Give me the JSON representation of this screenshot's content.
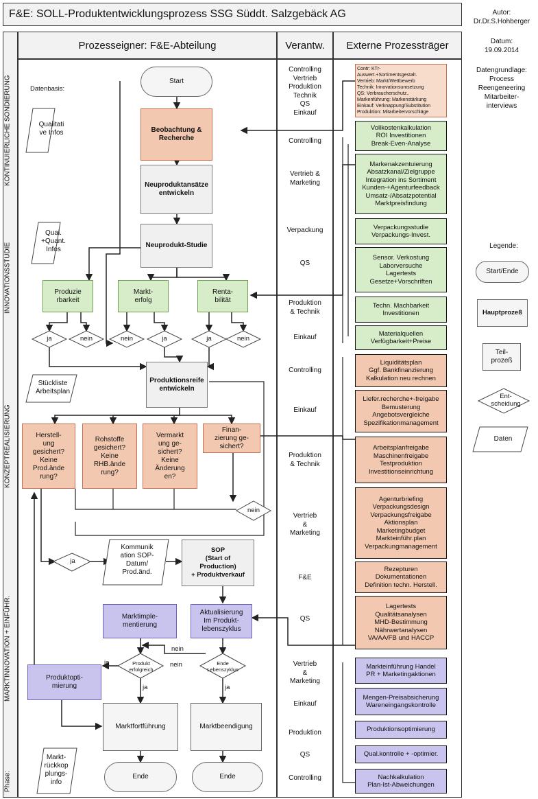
{
  "header": {
    "title": "F&E: SOLL-Produktentwicklungsprozess SSG Süddt. Salzgebäck AG"
  },
  "columns": {
    "owner": "Prozesseigner: F&E-Abteilung",
    "resp": "Verantw.",
    "external": "Externe Prozessträger"
  },
  "meta": {
    "author_label": "Autor:",
    "author": "Dr.Dr.S.Hohberger",
    "date_label": "Datum:",
    "date": "19.09.2014",
    "basis_label": "Datengrundlage:",
    "basis_l1": "Process",
    "basis_l2": "Reengeneering",
    "basis_l3": "Mitarbeiter-",
    "basis_l4": "interviews"
  },
  "legend": {
    "title": "Legende:",
    "start_end": "Start/Ende",
    "main": "Hauptprozeß",
    "sub_l1": "Teil-",
    "sub_l2": "prozeß",
    "decision_l1": "Ent-",
    "decision_l2": "scheidung",
    "data": "Daten"
  },
  "phases": [
    "KONTINUIERLICHE SONDIERUNG",
    "INNOVATIONSSTUDIE",
    "KONZEPTREALISIERUNG",
    "MARKTINNOVATION + EINFÜHR.",
    "Phase:"
  ],
  "data_items": {
    "datenbasis": "Datenbasis:",
    "qual_l1": "Qualitati",
    "qual_l2": "ve Infos",
    "qq_l1": "Qual.",
    "qq_l2": "+Quant.",
    "qq_l3": "Infos",
    "sl_l1": "Stückliste",
    "sl_l2": "Arbeitsplan",
    "km_l1": "Kommunik",
    "km_l2": "ation SOP-",
    "km_l3": "Datum/",
    "km_l4": "Prod.änd.",
    "mr_l1": "Markt-",
    "mr_l2": "rückkop",
    "mr_l3": "plungs-",
    "mr_l4": "info"
  },
  "nodes": {
    "start": "Start",
    "beob_l1": "Beobachtung &",
    "beob_l2": "Recherche",
    "neu_l1": "Neuproduktansätze",
    "neu_l2": "entwickeln",
    "studie": "Neuprodukt-Studie",
    "prod_l1": "Produzie",
    "prod_l2": "rbarkeit",
    "markt_l1": "Markt-",
    "markt_l2": "erfolg",
    "renta_l1": "Renta-",
    "renta_l2": "bilität",
    "reife_l1": "Produktionsreife",
    "reife_l2": "entwickeln",
    "h1_l1": "Herstell-",
    "h1_l2": "ung",
    "h1_l3": "gesichert?",
    "h1_l4": "Keine",
    "h1_l5": "Prod.ände",
    "h1_l6": "rung?",
    "h2_l1": "Rohstoffe",
    "h2_l2": "gesichert?",
    "h2_l3": "Keine",
    "h2_l4": "RHB.ände",
    "h2_l5": "rung?",
    "h3_l1": "Vermarkt",
    "h3_l2": "ung ge-",
    "h3_l3": "sichert?",
    "h3_l4": "Keine",
    "h3_l5": "Änderung",
    "h3_l6": "en?",
    "h4_l1": "Finan-",
    "h4_l2": "zierung ge-",
    "h4_l3": "sichert?",
    "sop_l1": "SOP",
    "sop_l2": "(Start of",
    "sop_l3": "Production)",
    "sop_l4": "+ Produktverkauf",
    "mi_l1": "Marktimple-",
    "mi_l2": "mentierung",
    "ak_l1": "Aktualisierung",
    "ak_l2": "Im Produkt-",
    "ak_l3": "lebenszyklus",
    "po_l1": "Produktopti-",
    "po_l2": "mierung",
    "pe_l1": "Produkt",
    "pe_l2": "erfolgreich",
    "el_l1": "Ende",
    "el_l2": "Lebenszyklus",
    "mf": "Marktfortführung",
    "mb": "Marktbeendigung",
    "ende": "Ende"
  },
  "labels": {
    "ja": "ja",
    "nein": "nein"
  },
  "responsibilities": {
    "r1_l1": "Controlling",
    "r1_l2": "Vertrieb",
    "r1_l3": "Produktion",
    "r1_l4": "Technik",
    "r1_l5": "QS",
    "r1_l6": "Einkauf",
    "r2": "Controlling",
    "r3_l1": "Vertrieb &",
    "r3_l2": "Marketing",
    "r4": "Verpackung",
    "r5": "QS",
    "r6_l1": "Produktion",
    "r6_l2": "& Technik",
    "r7": "Einkauf",
    "r8": "Controlling",
    "r9": "Einkauf",
    "r10_l1": "Produktion",
    "r10_l2": "& Technik",
    "r11_l1": "Vertrieb",
    "r11_l2": "&",
    "r11_l3": "Marketing",
    "r12": "F&E",
    "r13": "QS",
    "r14_l1": "Vertrieb",
    "r14_l2": "&",
    "r14_l3": "Marketing",
    "r15": "Einkauf",
    "r16": "Produktion",
    "r17": "QS",
    "r18": "Controlling"
  },
  "external": {
    "e1_l1": "Contr: KTr-",
    "e1_l2": "Auswert.+Sortimentsgestalt.",
    "e1_l3": "Vertrieb: Markt/Wettbewerb",
    "e1_l4": "Technik: Innovationsumsetzung",
    "e1_l5": "QS: Verbraucherschutz..",
    "e1_l6": "Markenführung: Markenstärkung",
    "e1_l7": "Einkauf: Verknappung/Substitution",
    "e1_l8": "Produktion: Mitarbeitervorschläge",
    "e2_l1": "Vollkostenkalkulation",
    "e2_l2": "ROI Investitionen",
    "e2_l3": "Break-Even-Analyse",
    "e3_l1": "Markenakzentuierung",
    "e3_l2": "Absatzkanal/Zielgruppe",
    "e3_l3": "Integration ins Sortiment",
    "e3_l4": "Kunden-+Agenturfeedback",
    "e3_l5": "Umsatz-/Absatzpotential",
    "e3_l6": "Marktpreisfindung",
    "e4_l1": "Verpackungsstudie",
    "e4_l2": "Verpackungs-Invest.",
    "e5_l1": "Sensor. Verkostung",
    "e5_l2": "Laborversuche",
    "e5_l3": "Lagertests",
    "e5_l4": "Gesetze+Vorschriften",
    "e6_l1": "Techn. Machbarkeit",
    "e6_l2": "Investitionen",
    "e7_l1": "Materialquellen",
    "e7_l2": "Verfügbarkeit+Preise",
    "e8_l1": "Liquiditätsplan",
    "e8_l2": "Ggf. Bankfinanzierung",
    "e8_l3": "Kalkulation neu rechnen",
    "e9_l1": "Liefer.recherche+-freigabe",
    "e9_l2": "Bemusterung",
    "e9_l3": "Angebotsvergleiche",
    "e9_l4": "Spezifikationmanagement",
    "e10_l1": "Arbeitsplanfreigabe",
    "e10_l2": "Maschinenfreigabe",
    "e10_l3": "Testproduktion",
    "e10_l4": "Investitionseinrichtung",
    "e11_l1": "Agenturbriefing",
    "e11_l2": "Verpackungsdesign",
    "e11_l3": "Verpackungsfreigabe",
    "e11_l4": "Aktionsplan",
    "e11_l5": "Marketingbudget",
    "e11_l6": "Markteinführ.plan",
    "e11_l7": "Verpackungmanagement",
    "e12_l1": "Rezepturen",
    "e12_l2": "Dokumentationen",
    "e12_l3": "Definition techn. Herstell.",
    "e13_l1": "Lagertests",
    "e13_l2": "Qualitätsanalysen",
    "e13_l3": "MHD-Bestimmung",
    "e13_l4": "Nährwertanalysen",
    "e13_l5": "VA/AA/FB und HACCP",
    "e14_l1": "Markteinführung Handel",
    "e14_l2": "PR + Marketingaktionen",
    "e15_l1": "Mengen-Preisabsicherung",
    "e15_l2": "Wareneingangskontrolle",
    "e16": "Produktionsoptimierung",
    "e17": "Qual.kontrolle + -optimier.",
    "e18_l1": "Nachkalkulation",
    "e18_l2": "Plan-Ist-Abweichungen"
  }
}
